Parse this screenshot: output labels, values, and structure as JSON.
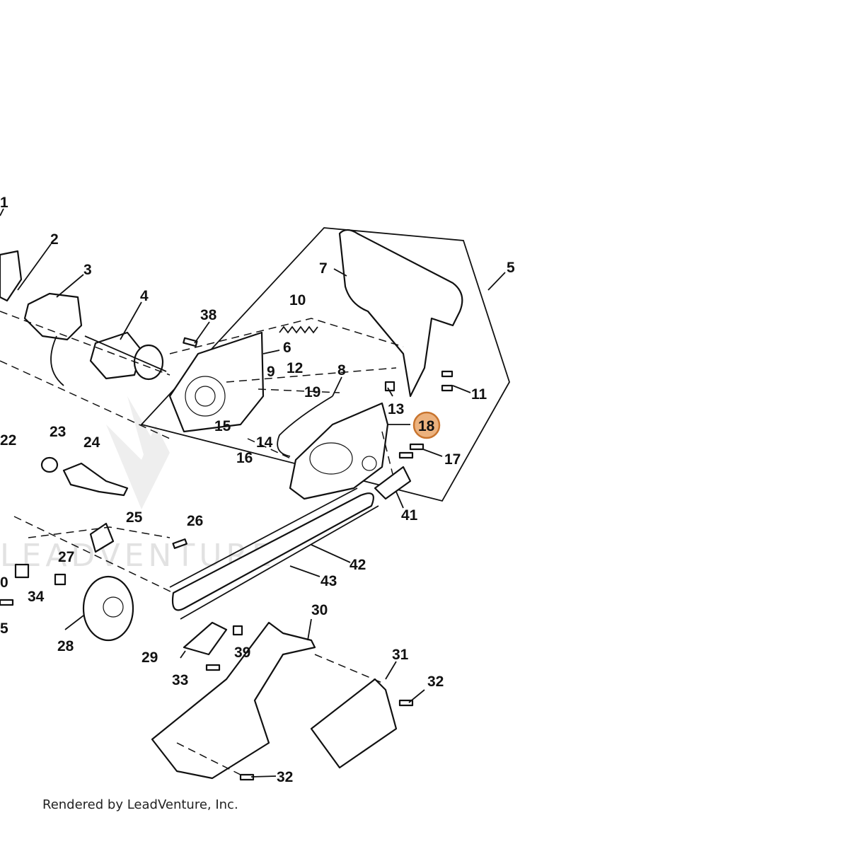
{
  "colors": {
    "highlight_fill": "#ECB27E",
    "highlight_stroke": "#C8742E",
    "ink": "#111111",
    "watermark": "#E2E2E2"
  },
  "footer": {
    "text": "Rendered by LeadVenture, Inc."
  },
  "watermark": {
    "text": "LEADVENTURE"
  },
  "highlighted_callout": "18",
  "callouts": {
    "c1": "1",
    "c2": "2",
    "c3": "3",
    "c4": "4",
    "c5": "5",
    "c6": "6",
    "c7": "7",
    "c8": "8",
    "c9": "9",
    "c10": "10",
    "c11": "11",
    "c12": "12",
    "c13": "13",
    "c14": "14",
    "c15": "15",
    "c16": "16",
    "c17": "17",
    "c18": "18",
    "c19": "19",
    "c22": "22",
    "c23": "23",
    "c24": "24",
    "c25": "25",
    "c26": "26",
    "c27": "27",
    "c28": "28",
    "c29": "29",
    "c30": "30",
    "c31": "31",
    "c32a": "32",
    "c32b": "32",
    "c33": "33",
    "c34": "34",
    "c35": "5",
    "c38": "38",
    "c39": "39",
    "c40": "0",
    "c41": "41",
    "c42": "42",
    "c43": "43"
  }
}
